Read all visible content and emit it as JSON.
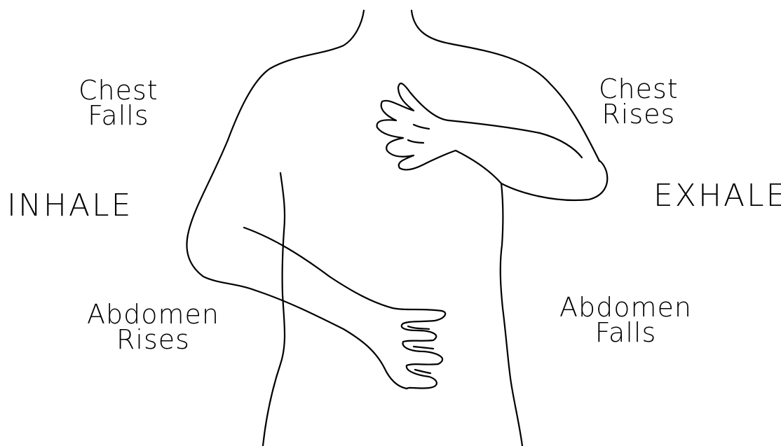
{
  "colors": {
    "line": "#000000",
    "background": "#ffffff"
  },
  "labels": {
    "inhale": "INHALE",
    "exhale": "EXHALE",
    "chest_falls": {
      "line1": "Chest",
      "line2": "Falls"
    },
    "chest_rises": {
      "line1": "Chest",
      "line2": "Rises"
    },
    "abdomen_rises": {
      "line1": "Abdomen",
      "line2": "Rises"
    },
    "abdomen_falls": {
      "line1": "Abdomen",
      "line2": "Falls"
    }
  }
}
